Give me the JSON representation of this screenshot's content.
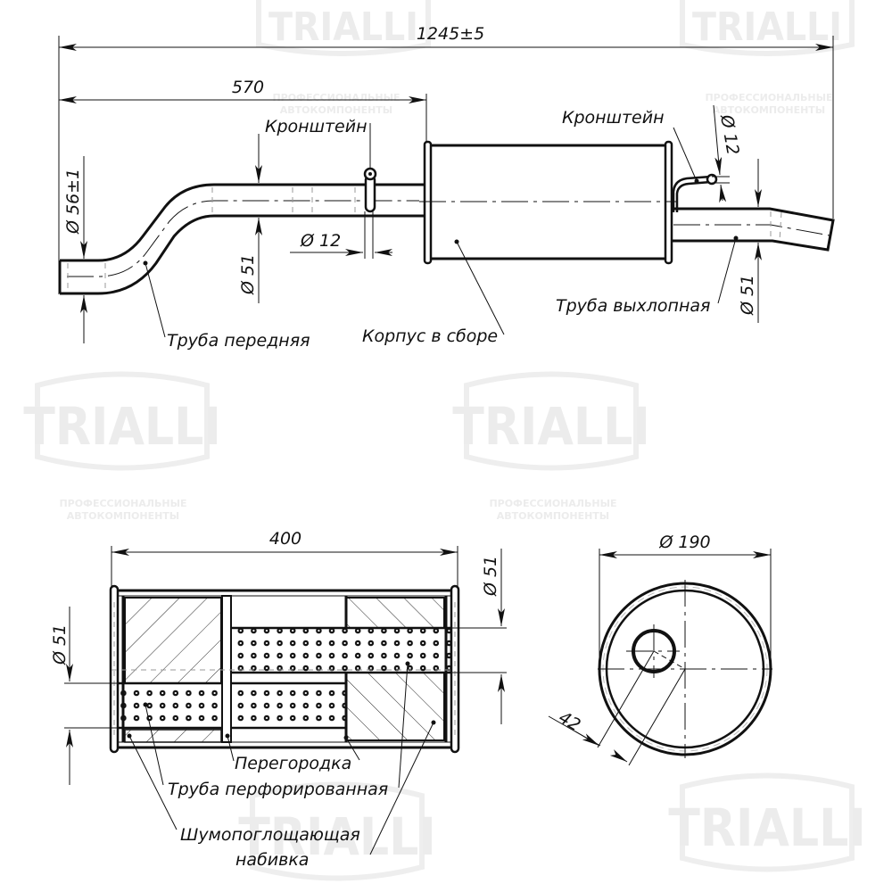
{
  "watermark": {
    "brand": "TRIALLI",
    "tagline_line1": "ПРОФЕССИОНАЛЬНЫЕ",
    "tagline_line2": "АВТОКОМПОНЕНТЫ"
  },
  "side_view": {
    "dimensions": {
      "overall_length": "1245±5",
      "front_section_length": "570",
      "inlet_diameter": "Ø 56±1",
      "front_pipe_diameter": "Ø 51",
      "front_bracket_diameter": "Ø 12",
      "rear_bracket_diameter": "Ø 12",
      "tail_pipe_diameter": "Ø 51"
    },
    "labels": {
      "front_bracket": "Кронштейн",
      "rear_bracket": "Кронштейн",
      "front_pipe": "Труба передняя",
      "body_assembly": "Корпус в сборе",
      "tail_pipe": "Труба выхлопная"
    }
  },
  "section_view": {
    "dimensions": {
      "body_length": "400",
      "inlet_diameter": "Ø 51",
      "outlet_diameter": "Ø 51"
    },
    "labels": {
      "baffle": "Перегородка",
      "perforated_pipe": "Труба перфорированная",
      "sound_absorbing_line1": "Шумопоглощающая",
      "sound_absorbing_line2": "набивка"
    }
  },
  "end_view": {
    "dimensions": {
      "body_diameter": "Ø 190",
      "pipe_offset": "42"
    }
  }
}
